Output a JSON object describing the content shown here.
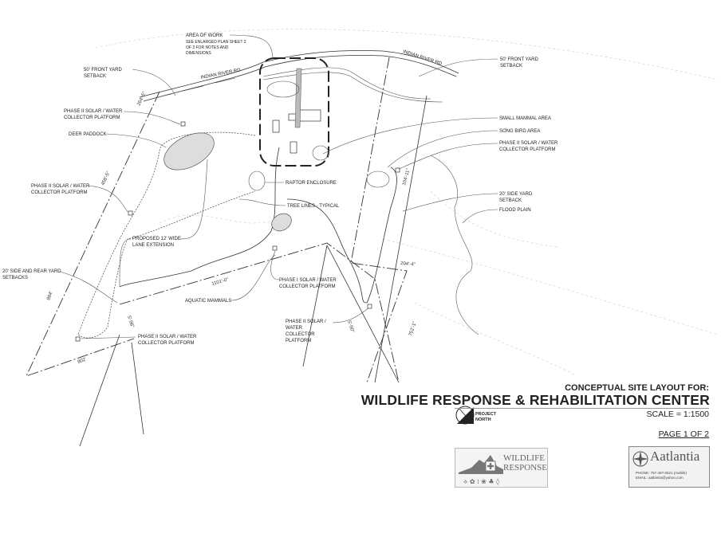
{
  "labels": {
    "area_of_work": [
      "AREA OF WORK",
      "SEE ENLARGED PLAN SHEET 2",
      "OF 2 FOR NOTES AND",
      "DIMENSIONS"
    ],
    "front_setback_left": [
      "50' FRONT YARD",
      "SETBACK"
    ],
    "road_left": "INDIAN RIVER RD",
    "road_right": "INDIAN RIVER RD",
    "phase2_platform_top": [
      "PHASE II SOLAR / WATER",
      "COLLECTOR PLATFORM"
    ],
    "deer_paddock": "DEER PADDOCK",
    "phase2_platform_left": [
      "PHASE II SOLAR / WATER",
      "COLLECTOR PLATFORM"
    ],
    "raptor_enclosure": "RAPTOR ENCLOSURE",
    "tree_lines": "TREE LINES · TYPICAL",
    "front_setback_right": [
      "50' FRONT YARD",
      "SETBACK"
    ],
    "small_mammal_area": "SMALL MAMMAL AREA",
    "song_bird_area": "SONG BIRD AREA",
    "phase2_platform_right": [
      "PHASE II SOLAR / WATER",
      "COLLECTOR PLATFORM"
    ],
    "side_setback_right": [
      "20' SIDE YARD",
      "SETBACK"
    ],
    "flood_plain": "FLOOD PLAIN",
    "lane_extension": [
      "PROPOSED 12' WIDE",
      "LANE EXTENSION"
    ],
    "side_rear_setbacks": [
      "20' SIDE AND REAR YARD",
      "SETBACKS"
    ],
    "aquatic_mammals": "AQUATIC MAMMALS",
    "phase1_platform": [
      "PHASE I SOLAR / WATER",
      "COLLECTOR PLATFORM"
    ],
    "phase2_platform_bottom": [
      "PHASE II SOLAR /",
      "WATER",
      "COLLECTOR",
      "PLATFORM"
    ],
    "phase2_platform_bottom_left": [
      "PHASE II SOLAR / WATER",
      "COLLECTOR PLATFORM"
    ]
  },
  "dimensions": {
    "d1": "264'-5\"",
    "d2": "458'-5\"",
    "d3": "884'",
    "d4": "802'",
    "d5": "5'-96\"",
    "d6": "1101'-0\"",
    "d7": "5'-90\"",
    "d8": "104'-11\"",
    "d9": "204'-4\"",
    "d10": "752'-1\""
  },
  "title_block": {
    "subtitle": "CONCEPTUAL SITE LAYOUT FOR:",
    "title": "WILDLIFE RESPONSE & REHABILITATION CENTER",
    "scale": "SCALE = 1:1500",
    "page": "PAGE 1 OF 2",
    "north": [
      "PROJECT",
      "NORTH"
    ]
  },
  "logos": {
    "wildlife_response": [
      "WILDLIFE",
      "RESPONSE"
    ],
    "aatlantia": "Aatlantia",
    "aatlantia_contact": [
      "PHONE: 757-497-0521 (mobile)",
      "EMAIL: aatlantia@yahoo.com"
    ]
  }
}
